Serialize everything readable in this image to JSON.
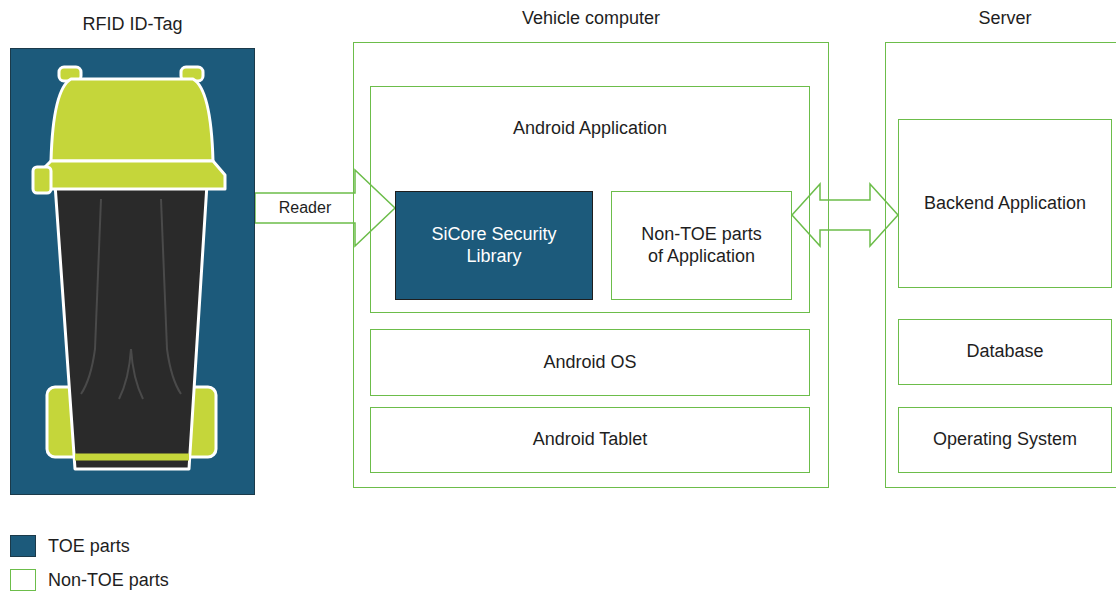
{
  "diagram": {
    "nodes": [
      {
        "text": [
          "RFID ID-Tag"
        ]
      },
      {
        "text": [
          "Vehicle computer"
        ]
      },
      {
        "text": [
          "Android Application"
        ],
        "in": 1
      },
      {
        "text": [
          "SiCore Security Library"
        ],
        "in": 2
      },
      {
        "text": [
          "Non-TOE parts of Application"
        ],
        "in": 2
      },
      {
        "text": [
          "Android OS"
        ],
        "in": 1
      },
      {
        "text": [
          "Android Tablet"
        ],
        "in": 1
      },
      {
        "text": [
          "Server"
        ]
      },
      {
        "text": [
          "Backend Application"
        ],
        "in": 7
      },
      {
        "text": [
          "Database"
        ],
        "in": 7
      },
      {
        "text": [
          "Operating System"
        ],
        "in": 7
      }
    ],
    "edges": [
      {
        "from": 0,
        "to": 3,
        "label": "Reader",
        "arrow": "to"
      },
      {
        "from": 4,
        "to": 8,
        "arrow": "both"
      }
    ],
    "legend": [
      {
        "text": "TOE parts",
        "color": "#1c5a7b"
      },
      {
        "text": "Non-TOE parts"
      }
    ]
  }
}
